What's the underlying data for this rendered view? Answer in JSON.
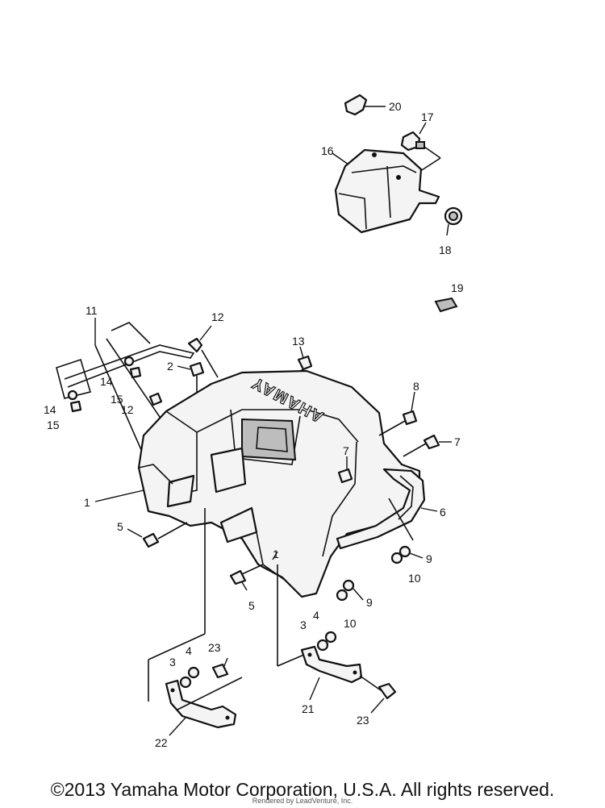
{
  "diagram": {
    "brand_text": "YAMAHA",
    "callouts": [
      "1",
      "1",
      "2",
      "3",
      "3",
      "4",
      "4",
      "5",
      "5",
      "6",
      "7",
      "7",
      "8",
      "9",
      "9",
      "10",
      "10",
      "11",
      "12",
      "12",
      "13",
      "14",
      "14",
      "15",
      "15",
      "16",
      "17",
      "18",
      "19",
      "20",
      "21",
      "22",
      "23",
      "23"
    ]
  },
  "footer": {
    "copyright": "©2013 Yamaha Motor Corporation, U.S.A. All rights reserved.",
    "rendered_by": "Rendered by LeadVenture, Inc."
  }
}
